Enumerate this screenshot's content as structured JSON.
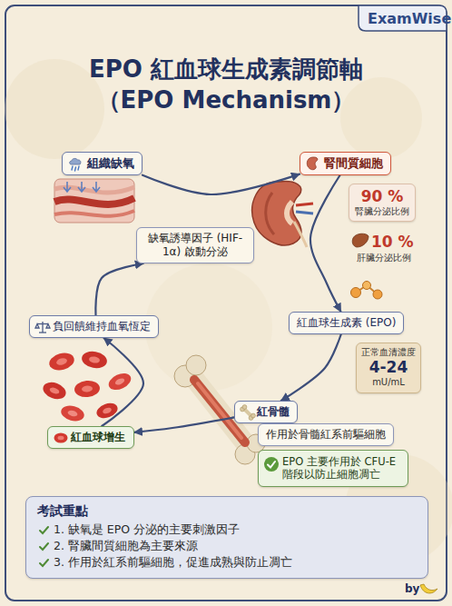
{
  "diagram": {
    "title": "EPO 紅血球生成素調節軸 （EPO Mechanism）",
    "nodes": [
      {
        "text": [
          "組織缺氧"
        ]
      },
      {
        "text": [
          "缺氧誘導因子 (HIF-1α) 啟動分泌"
        ]
      },
      {
        "text": [
          "腎間質細胞"
        ]
      },
      {
        "text": [
          "90 %",
          "腎臟分泌比例"
        ]
      },
      {
        "text": [
          "紅血球生成素 (EPO)"
        ]
      },
      {
        "text": [
          "正常血清濃度",
          "4-24",
          "mU/mL"
        ]
      },
      {
        "text": [
          "紅骨髓"
        ]
      },
      {
        "text": [
          "作用於骨髓紅系前驅細胞"
        ]
      },
      {
        "text": [
          "EPO 主要作用於 CFU-E 階段以防止細胞凋亡"
        ]
      },
      {
        "text": [
          "紅血球增生"
        ]
      },
      {
        "text": [
          "負回饋維持血氧恆定"
        ]
      },
      {
        "text": [
          "考試重點",
          "1. 缺氧是 EPO 分泌的主要刺激因子",
          "2. 腎臟間質細胞為主要來源",
          "3. 作用於紅系前驅細胞，促進成熟與防止凋亡"
        ]
      }
    ],
    "edges": [
      {
        "from": 0,
        "to": 2,
        "arrow": "to"
      },
      {
        "from": 2,
        "to": 4,
        "arrow": "to"
      },
      {
        "from": 4,
        "to": 6,
        "arrow": "to"
      },
      {
        "from": 6,
        "to": 9,
        "arrow": "to"
      },
      {
        "from": 9,
        "to": 10,
        "arrow": "to"
      },
      {
        "from": 10,
        "to": 1,
        "arrow": "to"
      }
    ],
    "labels": [
      "ExamWise",
      "10 %",
      "肝臟分泌比例",
      "by"
    ]
  }
}
